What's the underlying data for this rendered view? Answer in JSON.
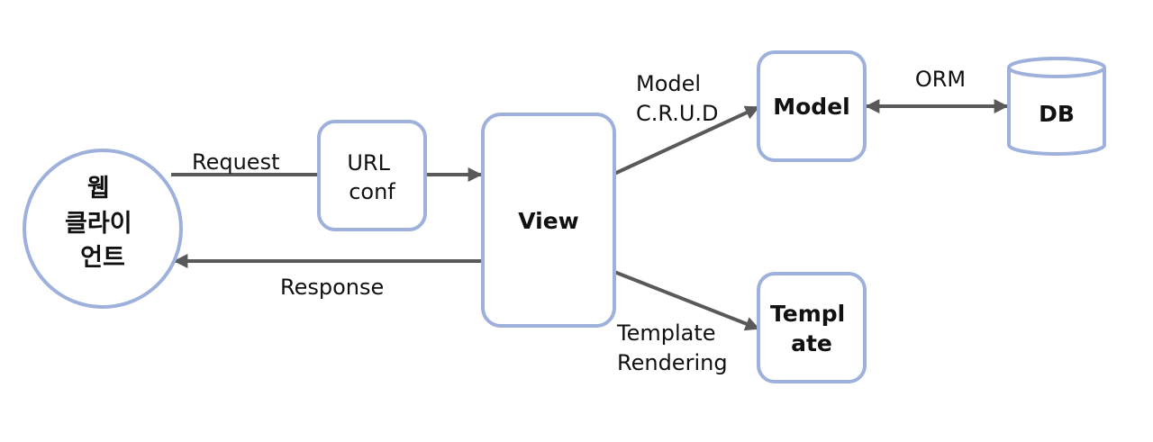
{
  "nodes": {
    "client": {
      "lines": [
        "웹",
        "클라이",
        "언트"
      ]
    },
    "urlconf": {
      "lines": [
        "URL",
        "conf"
      ]
    },
    "view": {
      "label": "View"
    },
    "model": {
      "label": "Model"
    },
    "db": {
      "label": "DB"
    },
    "template": {
      "lines": [
        "Templ",
        "ate"
      ]
    }
  },
  "edges": {
    "request": {
      "label": "Request"
    },
    "response": {
      "label": "Response"
    },
    "model_crud": {
      "lines": [
        "Model",
        "C.R.U.D"
      ]
    },
    "orm": {
      "label": "ORM"
    },
    "template_rendering": {
      "lines": [
        "Template",
        "Rendering"
      ]
    }
  },
  "colors": {
    "node_border": "#9db1dc",
    "arrow": "#595959",
    "text": "#111111"
  }
}
